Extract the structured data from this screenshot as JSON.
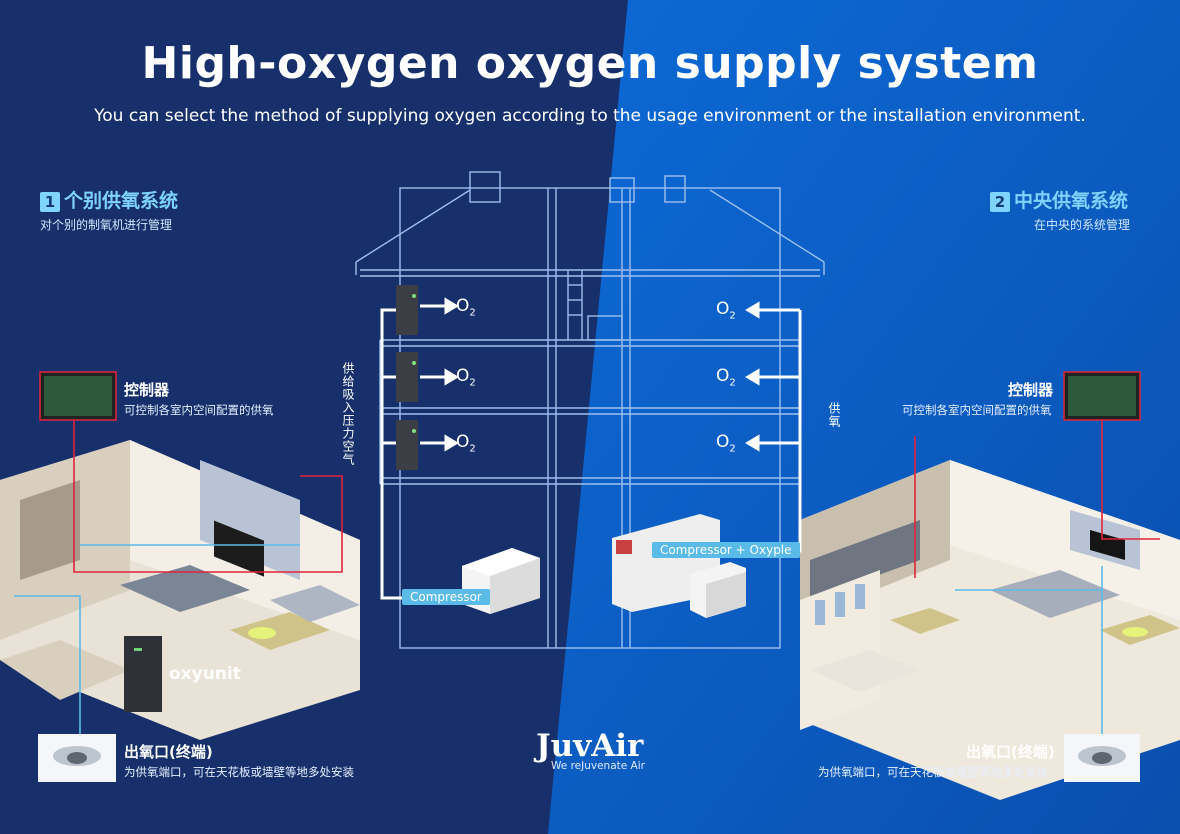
{
  "header": {
    "title": "High-oxygen oxygen supply system",
    "subtitle": "You can select the method of supplying oxygen according to the usage environment or the installation environment."
  },
  "left": {
    "number": "1",
    "title": "个别供氧系统",
    "desc": "对个别的制氧机进行管理",
    "controller_title": "控制器",
    "controller_desc": "可控制各室内空间配置的供氧",
    "outlet_title": "出氧口(终端)",
    "outlet_desc": "为供氧端口，可在天花板或墙壁等地多处安装",
    "device_name": "oxyunit"
  },
  "right": {
    "number": "2",
    "title": "中央供氧系统",
    "desc": "在中央的系统管理",
    "controller_title": "控制器",
    "controller_desc": "可控制各室内空间配置的供氧",
    "outlet_title": "出氧口(终端)",
    "outlet_desc": "为供氧端口，可在天花板或墙壁等地多处安装"
  },
  "building": {
    "o2_base": "O",
    "o2_sub": "2",
    "left_vertical": "供给吸入压力空气",
    "right_vertical": "供氧",
    "compressor_label": "Compressor",
    "compressor_oxyple_label": "Compressor + Oxyple"
  },
  "brand": {
    "name": "JuvAir",
    "slogan": "We reJuvenate Air"
  },
  "colors": {
    "left_bg": "#17306b",
    "right_bg": "#0a5cc4",
    "accent": "#7fd3ff",
    "pipe_red": "#e0243a",
    "pipe_blue": "#5bbbe8"
  }
}
